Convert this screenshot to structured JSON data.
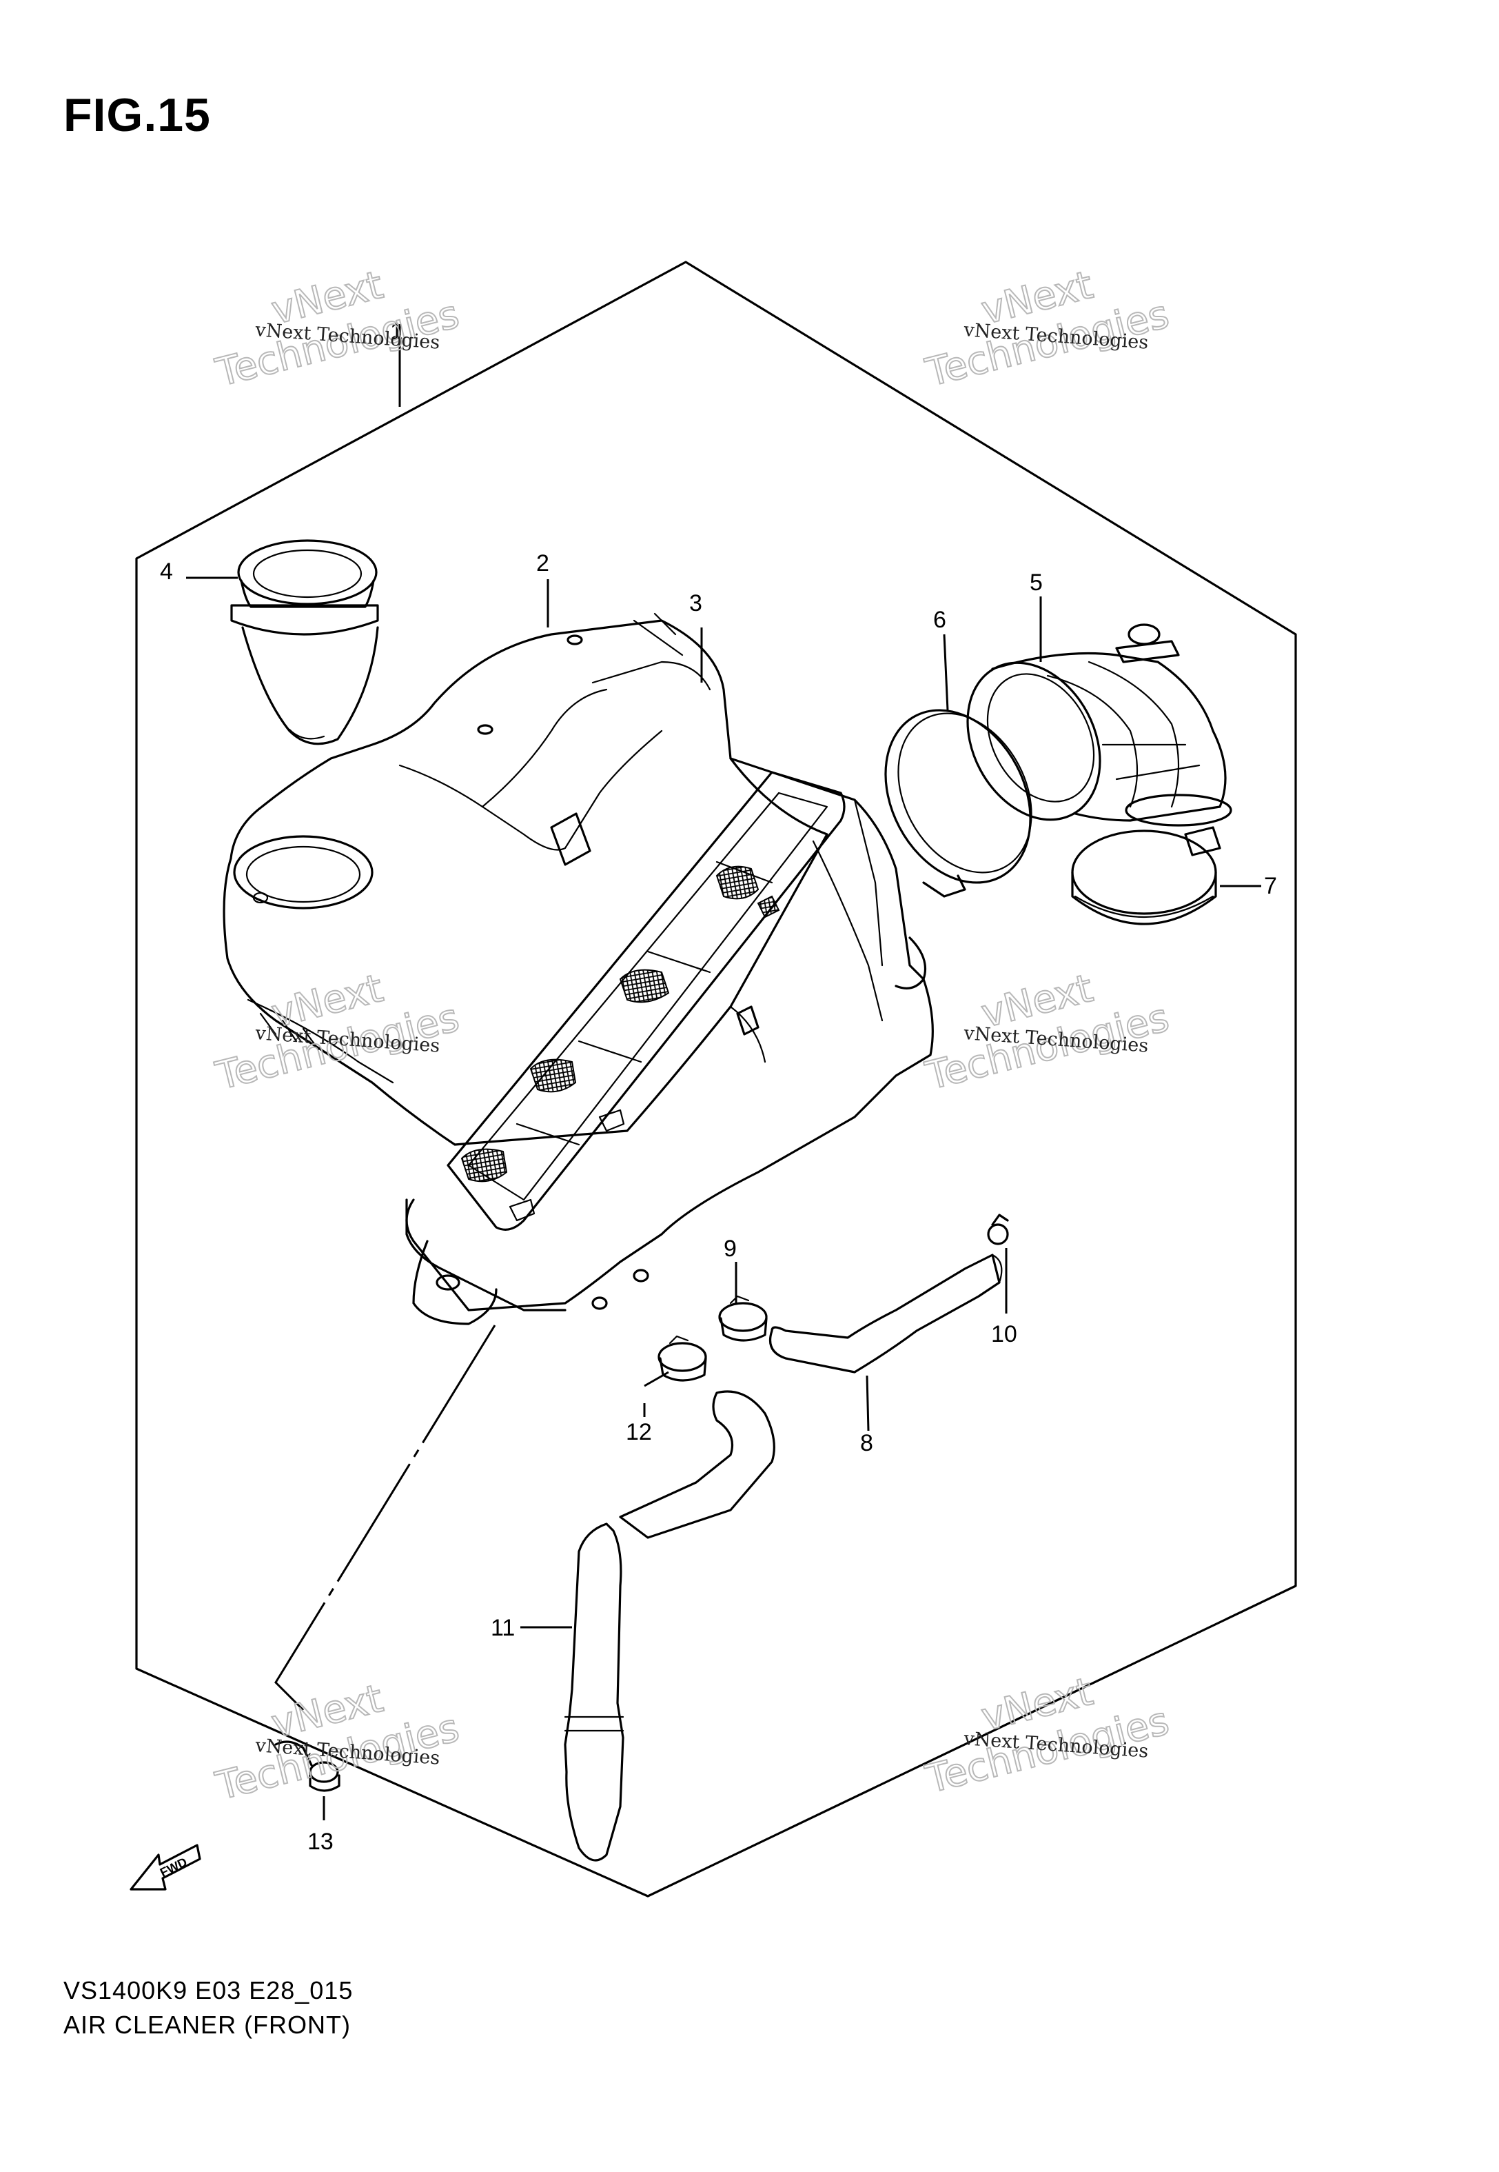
{
  "figure": {
    "title": "FIG.15"
  },
  "footer": {
    "code": "VS1400K9 E03 E28_015",
    "description": "AIR CLEANER (FRONT)"
  },
  "callouts": [
    {
      "id": "1",
      "label": "1"
    },
    {
      "id": "2",
      "label": "2"
    },
    {
      "id": "3",
      "label": "3"
    },
    {
      "id": "4",
      "label": "4"
    },
    {
      "id": "5",
      "label": "5"
    },
    {
      "id": "6",
      "label": "6"
    },
    {
      "id": "7",
      "label": "7"
    },
    {
      "id": "8",
      "label": "8"
    },
    {
      "id": "9",
      "label": "9"
    },
    {
      "id": "10",
      "label": "10"
    },
    {
      "id": "11",
      "label": "11"
    },
    {
      "id": "12",
      "label": "12"
    },
    {
      "id": "13",
      "label": "13"
    }
  ],
  "watermark": {
    "small": "vNext Technologies",
    "big_line1": "vNext",
    "big_line2": "Technologies"
  },
  "direction_badge": {
    "text": "FWD"
  }
}
